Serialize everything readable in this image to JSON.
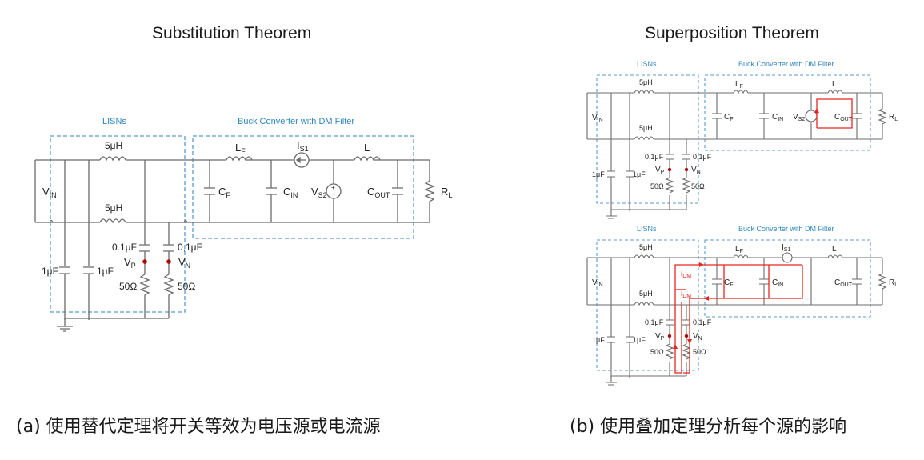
{
  "titles": {
    "left": "Substitution Theorem",
    "right": "Superposition Theorem"
  },
  "captions": {
    "left": "(a) 使用替代定理将开关等效为电压源或电流源",
    "right": "(b) 使用叠加定理分析每个源的影响"
  },
  "box_labels": {
    "lisns": "LISNs",
    "buck": "Buck Converter with DM Filter"
  },
  "components": {
    "vin": "V",
    "vin_sub": "IN",
    "l_lisn": "5μH",
    "lf": "L",
    "lf_sub": "F",
    "is1": "I",
    "is1_sub": "S1",
    "l": "L",
    "cf": "C",
    "cf_sub": "F",
    "cin": "C",
    "cin_sub": "IN",
    "vs2": "V",
    "vs2_sub": "S2",
    "cout": "C",
    "cout_sub": "OUT",
    "rl": "R",
    "rl_sub": "L",
    "c_small": "0.1μF",
    "c_small2": "0,1μF",
    "c_big": "1μF",
    "vp": "V",
    "vp_sub": "P",
    "vn": "V",
    "vn_sub": "N",
    "r50": "50Ω",
    "idm": "i",
    "idm_sub": "DM"
  },
  "colors": {
    "wire": "#6b6b6b",
    "box": "#5b9bd5",
    "label_blue": "#2e86c1",
    "current": "#e8261f",
    "node": "#b00000"
  }
}
